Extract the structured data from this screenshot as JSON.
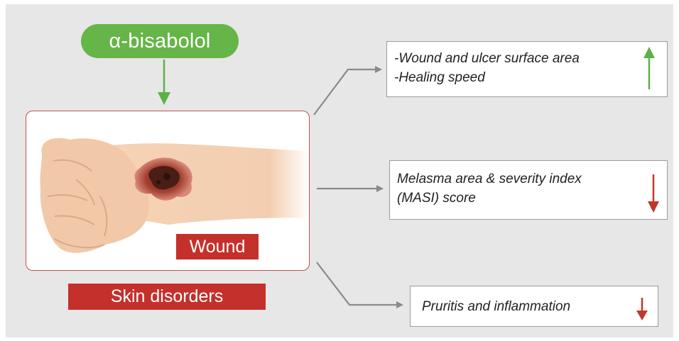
{
  "compound": {
    "label": "α-bisabolol"
  },
  "illustration": {
    "label": "Wound"
  },
  "category": {
    "label": "Skin disorders"
  },
  "outcomes": [
    {
      "lines": [
        "-Wound and ulcer surface area",
        "-Healing speed"
      ],
      "direction": "up",
      "icon": "up-arrow-icon"
    },
    {
      "lines": [
        "Melasma area & severity index",
        "(MASI) score"
      ],
      "direction": "down",
      "icon": "down-arrow-icon"
    },
    {
      "lines": [
        "Pruritis and inflammation"
      ],
      "direction": "down",
      "icon": "down-arrow-icon"
    }
  ],
  "colors": {
    "compound_pill": "#66b548",
    "label_red": "#c4302b",
    "box_border": "#c0504d",
    "connector_gray": "#8a8a8a",
    "increase_arrow": "#5cb146",
    "decrease_arrow": "#c0392b"
  }
}
